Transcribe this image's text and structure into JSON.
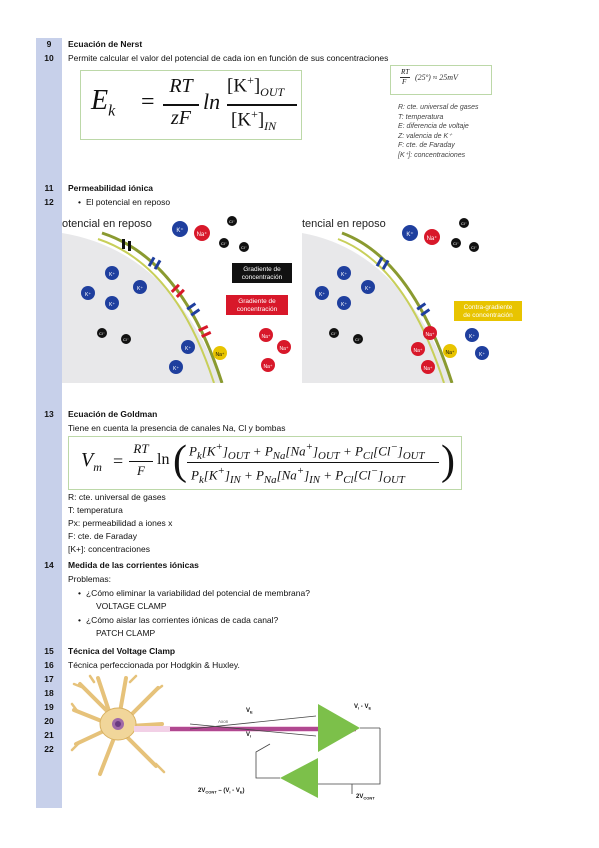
{
  "rows": {
    "r9": "9",
    "r10": "10",
    "r11": "11",
    "r12": "12",
    "r13": "13",
    "r14": "14",
    "r15": "15",
    "r16": "16",
    "r17": "17",
    "r18": "18",
    "r19": "19",
    "r20": "20",
    "r21": "21",
    "r22": "22"
  },
  "nerst": {
    "title": "Ecuación de Nerst",
    "desc": "Permite calcular el valor del potencial de cada ion en función de sus concentraciones",
    "formula": {
      "lhs": "E",
      "lhs_sub": "k",
      "eq": "=",
      "num": "RT",
      "den": "zF",
      "ln": "ln",
      "conc_top": "[K",
      "conc_top_sup": "+",
      "conc_top_end": "]",
      "conc_top_sub": "OUT",
      "conc_bot": "[K",
      "conc_bot_sup": "+",
      "conc_bot_end": "]",
      "conc_bot_sub": "IN"
    },
    "mini_formula": "(25º) ≈ 25mV",
    "mini_num": "RT",
    "mini_den": "F",
    "legend": [
      "R: cte. universal de gases",
      "T: temperatura",
      "E: diferencia de voltaje",
      "Z: valencia de K⁺",
      "F: cte. de Faraday",
      "[K⁺]: concentraciones"
    ]
  },
  "permeabilidad": {
    "title": "Permeabilidad iónica",
    "bullet": "El potencial en reposo",
    "figure": {
      "left_title": "otencial en reposo",
      "right_title": "tencial en reposo",
      "k_label": "K⁺",
      "na_label": "Na⁺",
      "cl_label": "Cl⁻",
      "grad_conc_black": "Gradiente de\nconcentración",
      "grad_conc_red": "Gradiente de\nconcentración",
      "contra_grad": "Contra-gradiente\nde concentración"
    }
  },
  "goldman": {
    "title": "Ecuación de Goldman",
    "desc": "Tiene en cuenta la presencia de canales Na, Cl y bombas",
    "formula": {
      "lhs": "V",
      "lhs_sub": "m",
      "eq": "=",
      "num": "RT",
      "den": "F",
      "ln": "ln",
      "top": "P",
      "bot": "P"
    },
    "legend": [
      "R: cte. universal de gases",
      "T: temperatura",
      "Px: permeabilidad a iones x",
      "F: cte. de Faraday",
      "[K+]: concentraciones"
    ]
  },
  "medida": {
    "title": "Medida de las corrientes iónicas",
    "problems": "Problemas:",
    "q1": "¿Cómo eliminar la variabilidad del potencial de membrana?",
    "a1": "VOLTAGE CLAMP",
    "q2": "¿Cómo aislar las corrientes iónicas de cada canal?",
    "a2": "PATCH CLAMP"
  },
  "voltage": {
    "title": "Técnica del Voltage Clamp",
    "desc": "Técnica perfeccionada por Hodgkin & Huxley.",
    "diagram": {
      "axon": "Axon",
      "vi": "V",
      "vi_sub": "i",
      "ve": "V",
      "ve_sub": "E",
      "out_label": "V",
      "out_sub": "i",
      "out_mid": " - V",
      "out_sub2": "E",
      "fb_label": "2V",
      "fb_sub": "CONT",
      "fb_mid": " – (V",
      "fb_sub2": "i",
      "fb_mid2": " - V",
      "fb_sub3": "E",
      "fb_end": ")",
      "cont_label": "2V",
      "cont_sub": "CONT"
    }
  },
  "colors": {
    "gutter": "#c7d0ea",
    "formula_border": "#bcd8a8",
    "k_ion": "#1f3f9e",
    "na_ion": "#d8182a",
    "cl_ion": "#111111",
    "membrane": "#8a9a30",
    "neuron": "#f1d69a",
    "amplifier": "#7cc04a",
    "axon": "#b04890",
    "contra": "#e8c400"
  }
}
